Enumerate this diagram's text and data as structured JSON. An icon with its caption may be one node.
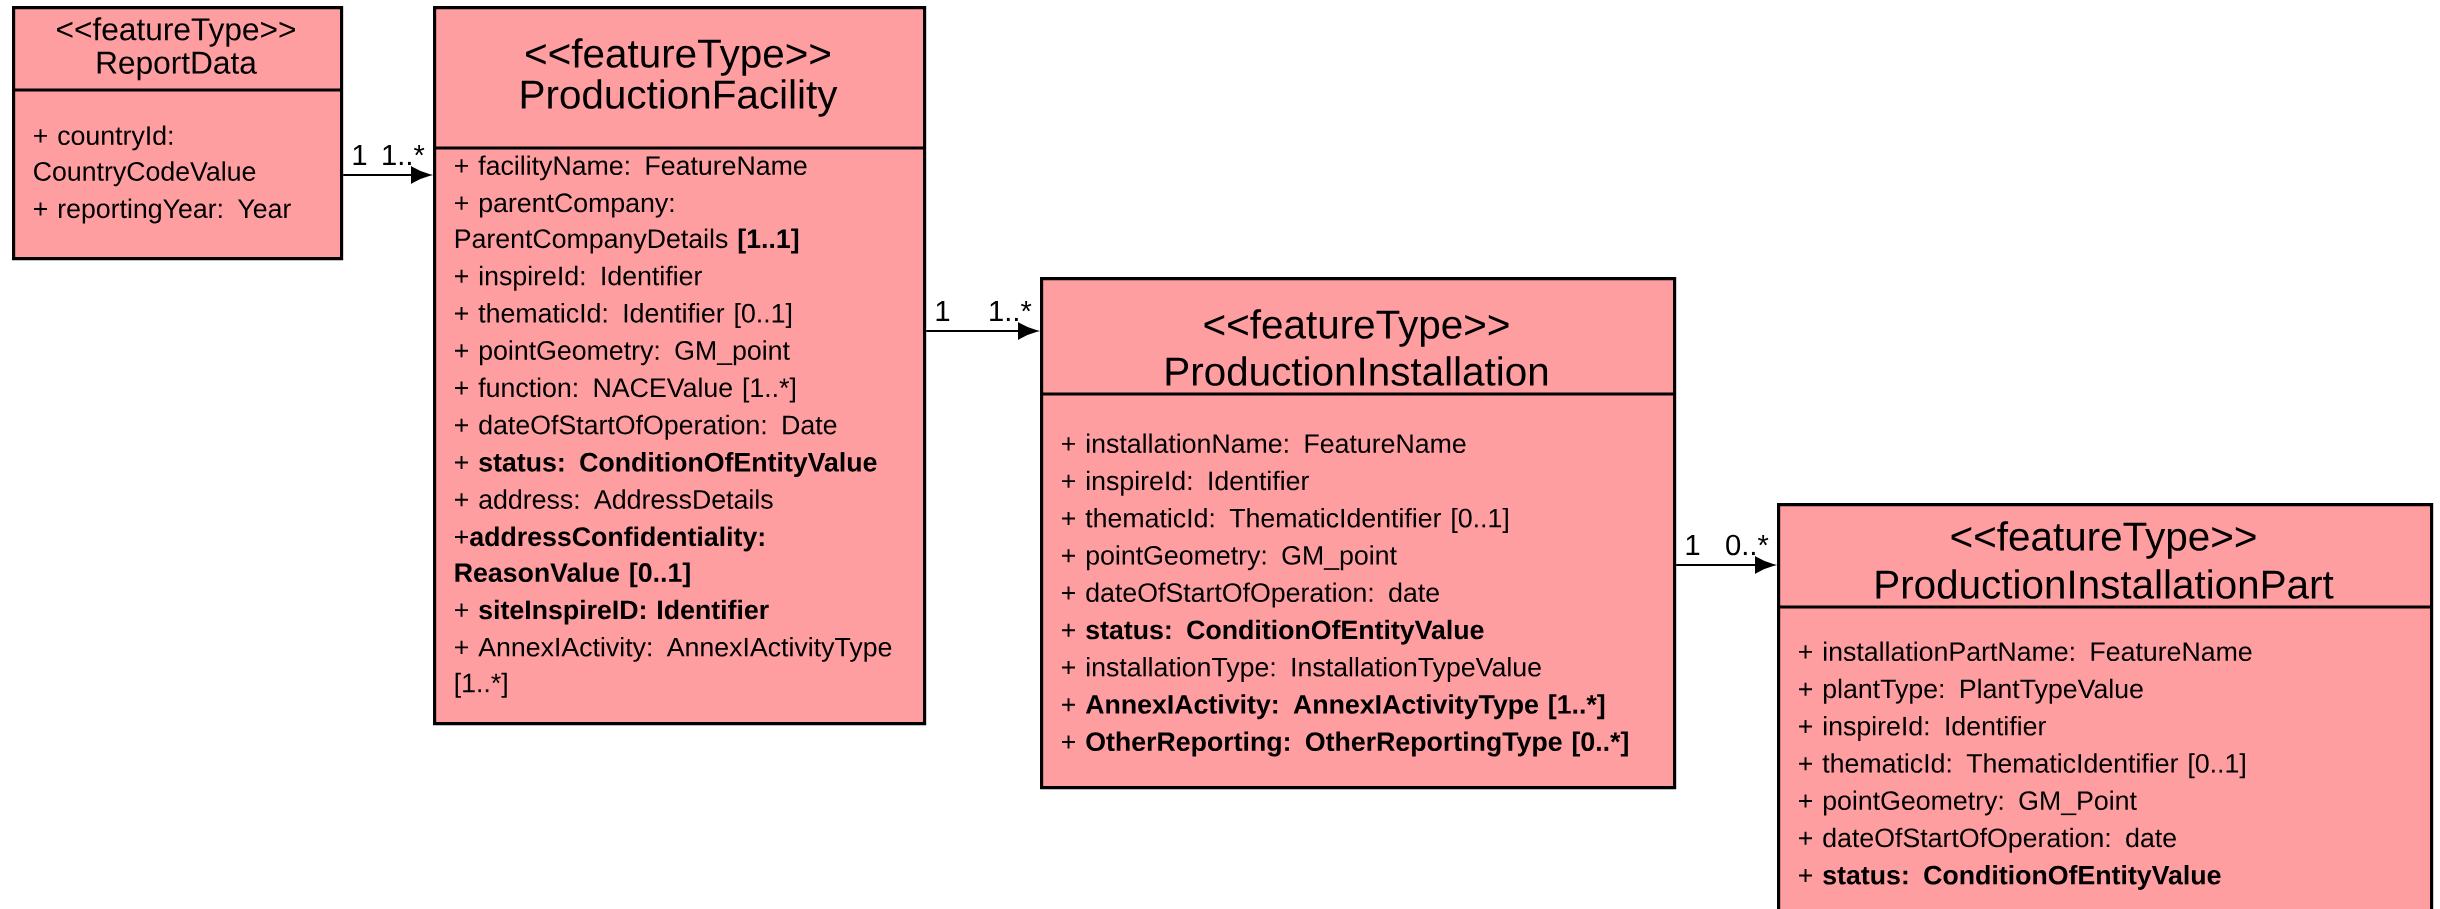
{
  "diagram": {
    "nodes": [
      {
        "text": [
          "<<featureType>>",
          "ReportData",
          "+ countryId: CountryCodeValue",
          "+ reportingYear: Year"
        ]
      },
      {
        "text": [
          "<<featureType>>",
          "ProductionFacility",
          "+ facilityName: FeatureName",
          "+ parentCompany: ParentCompanyDetails **[1..1]**",
          "+ inspireId: Identifier",
          "+ thematicId: Identifier [0..1]",
          "+ pointGeometry: GM_point",
          "+ function: NACEValue [1..*]",
          "+ dateOfStartOfOperation: Date",
          "+ **status:** **ConditionOfEntityValue**",
          "+ address: AddressDetails",
          "+**addressConfidentiality:** **ReasonValue [0..1]**",
          "+ **siteInspireID: Identifier**",
          "+ AnnexIActivity: AnnexIActivityType [1..*]"
        ]
      },
      {
        "text": [
          "<<featureType>>",
          "ProductionInstallation",
          "+ installationName: FeatureName",
          "+ inspireId: Identifier",
          "+ thematicId: ThematicIdentifier [0..1]",
          "+ pointGeometry: GM_point",
          "+ dateOfStartOfOperation: date",
          "+ **status:** **ConditionOfEntityValue**",
          "+ installationType: InstallationTypeValue",
          "+ **AnnexIActivity: AnnexIActivityType [1..*]**",
          "+ **OtherReporting: OtherReportingType [0..*]**"
        ]
      },
      {
        "text": [
          "<<featureType>>",
          "ProductionInstallationPart",
          "+ installationPartName: FeatureName",
          "+ plantType: PlantTypeValue",
          "+ inspireId: Identifier",
          "+ thematicId: ThematicIdentifier [0..1]",
          "+ pointGeometry: GM_Point",
          "+ dateOfStartOfOperation: date",
          "+ **status:** **ConditionOfEntityValue**"
        ]
      }
    ],
    "edges": [
      {
        "from": 0,
        "to": 1,
        "arrow": "to"
      },
      {
        "from": 1,
        "to": 2,
        "arrow": "to"
      },
      {
        "from": 2,
        "to": 3,
        "arrow": "to"
      }
    ],
    "labels": [
      "1",
      "1..*",
      "1",
      "1..*",
      "1",
      "0..*"
    ]
  }
}
